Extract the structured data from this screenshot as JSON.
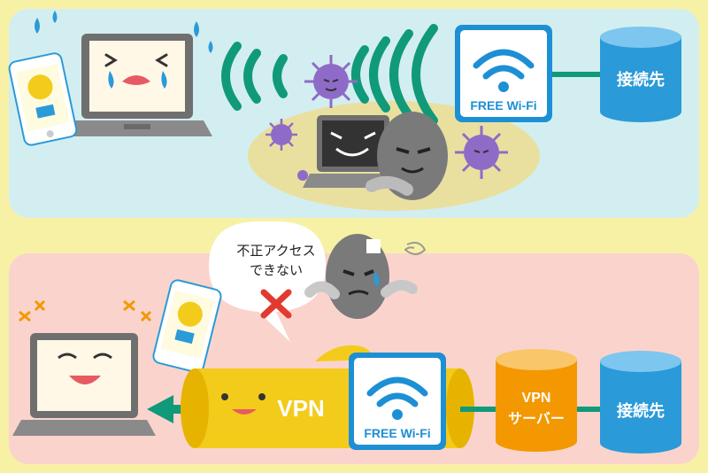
{
  "top_panel": {
    "wifi_label": "FREE Wi-Fi",
    "destination_label": "接続先"
  },
  "bottom_panel": {
    "speech_bubble": {
      "line1": "不正アクセス",
      "line2": "できない"
    },
    "tunnel_label": "VPN",
    "wifi_label": "FREE Wi-Fi",
    "vpn_server": {
      "line1": "VPN",
      "line2": "サーバー"
    },
    "destination_label": "接続先"
  },
  "colors": {
    "top_bg": "#d3eef0",
    "bottom_bg": "#fad4cc",
    "frame": "#f7f1a6",
    "wifi_blue": "#1d8fd4",
    "signal_green": "#109a7a",
    "virus_purple": "#8f6bc8",
    "tunnel_yellow": "#f3cb1b",
    "server_orange": "#f39800",
    "database_blue": "#2b9ad8",
    "deny_red": "#e23a2e"
  }
}
